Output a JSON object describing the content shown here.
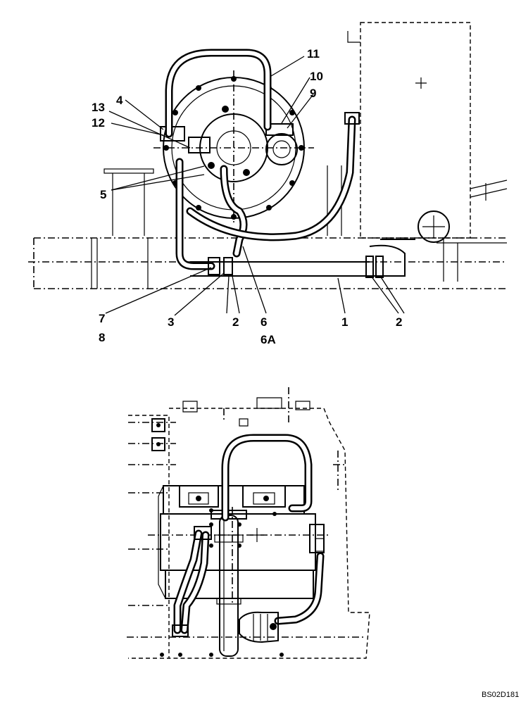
{
  "figure": {
    "reference_code": "BS02D181"
  },
  "top_view": {
    "callouts": {
      "c1": "1",
      "c2a": "2",
      "c2b": "2",
      "c3": "3",
      "c4": "4",
      "c5": "5",
      "c6": "6",
      "c6a": "6A",
      "c7": "7",
      "c8": "8",
      "c9": "9",
      "c10": "10",
      "c11": "11",
      "c12": "12",
      "c13": "13"
    }
  },
  "bottom_view": {
    "callouts": {}
  }
}
